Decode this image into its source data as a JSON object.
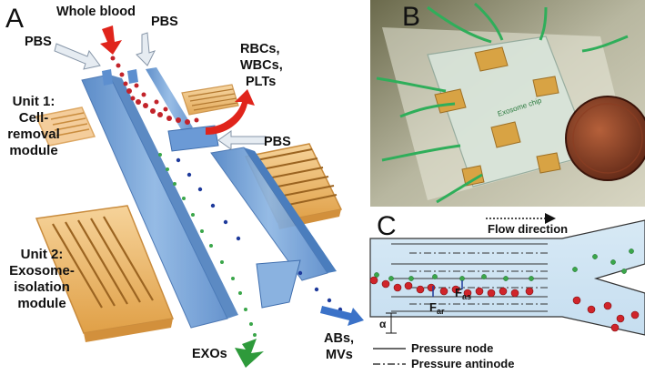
{
  "panels": {
    "a": "A",
    "b": "B",
    "c": "C"
  },
  "panel_a": {
    "whole_blood": "Whole blood",
    "pbs_left": "PBS",
    "pbs_top": "PBS",
    "pbs_right": "PBS",
    "rbc_line1": "RBCs,",
    "rbc_line2": "WBCs,",
    "rbc_line3": "PLTs",
    "unit1_line1": "Unit 1:",
    "unit1_line2": "Cell-",
    "unit1_line3": "removal",
    "unit1_line4": "module",
    "unit2_line1": "Unit 2:",
    "unit2_line2": "Exosome-",
    "unit2_line3": "isolation",
    "unit2_line4": "module",
    "exos": "EXOs",
    "abs_line1": "ABs,",
    "abs_line2": "MVs"
  },
  "panel_b": {
    "chip_label": "Exosome chip"
  },
  "panel_c": {
    "flow_direction": "Flow direction",
    "f_as": "F",
    "f_as_sub": "as",
    "f_ar": "F",
    "f_ar_sub": "ar",
    "alpha": "α",
    "legend_node": "Pressure node",
    "legend_antinode": "Pressure antinode"
  },
  "colors": {
    "channel_blue": "#6f9fd6",
    "electrode_gold": "#e7a94f",
    "rbc_red": "#d0242a",
    "exo_green": "#3aa64a",
    "mv_blue": "#1e3a9b",
    "arrow_red": "#e0241b",
    "arrow_green": "#2e9a3b",
    "arrow_blue": "#3b72c8"
  }
}
